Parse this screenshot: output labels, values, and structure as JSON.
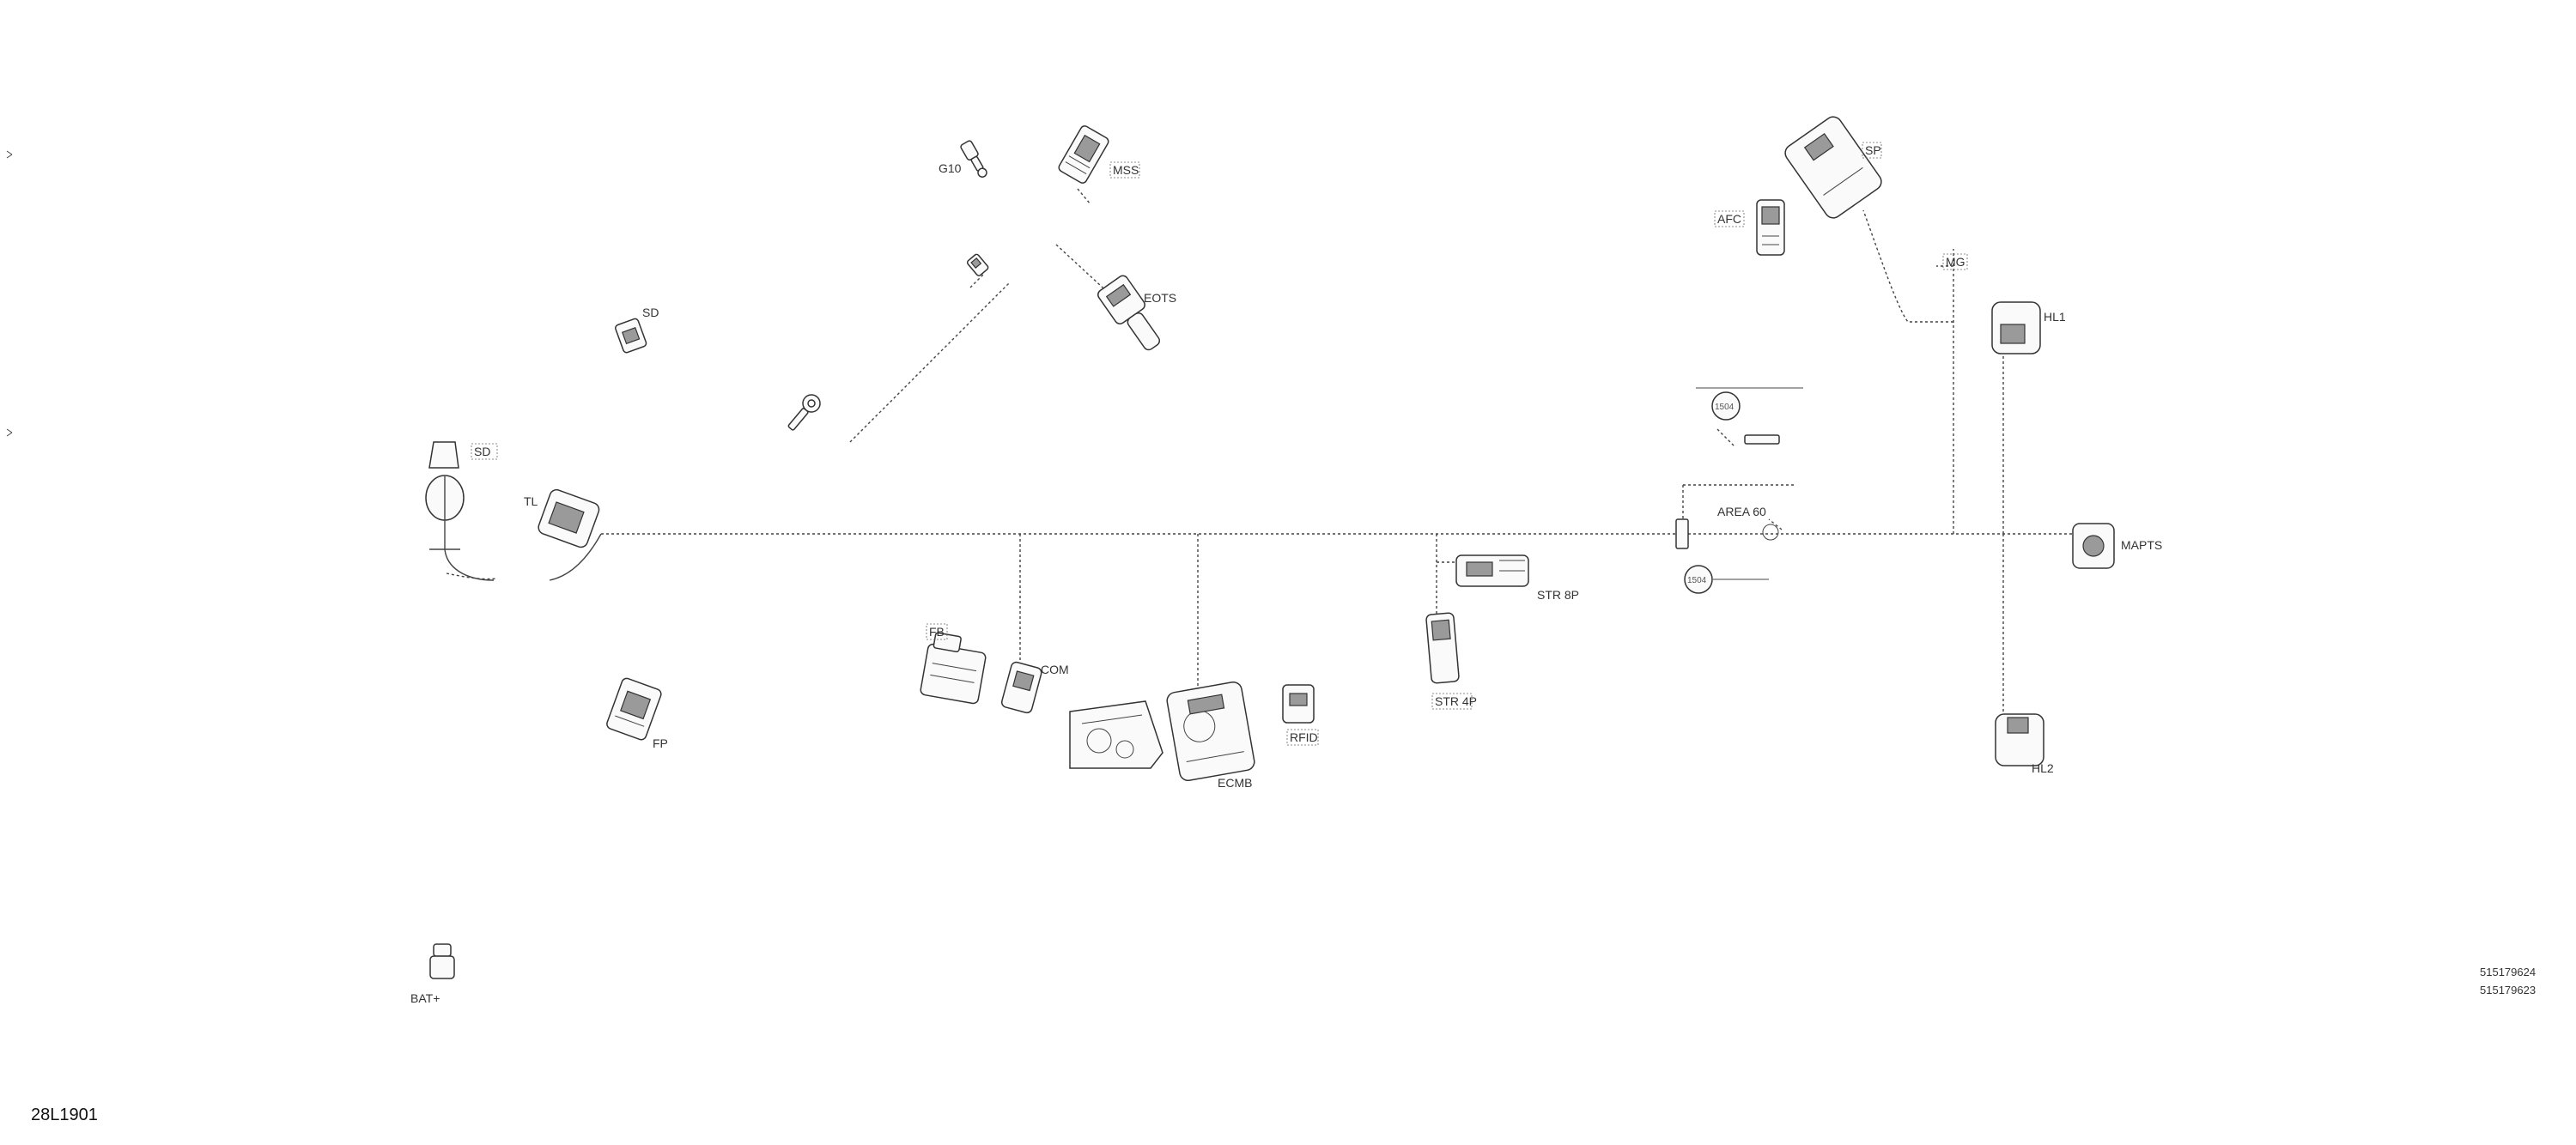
{
  "diagram": {
    "labels": {
      "g10": "G10",
      "mss": "MSS",
      "eots": "EOTS",
      "sd_top": "SD",
      "sd_left": "SD",
      "tl": "TL",
      "fp": "FP",
      "fb": "FB",
      "com": "COM",
      "ecmb": "ECMB",
      "rfid": "RFID",
      "str8p": "STR 8P",
      "str4p": "STR 4P",
      "area60": "AREA 60",
      "sp": "SP",
      "afc": "AFC",
      "mg": "MG",
      "hl1": "HL1",
      "hl2": "HL2",
      "mapts": "MAPTS",
      "bat": "BAT+",
      "s1504_top": "1504",
      "s1504_bottom": "1504"
    },
    "part_numbers": [
      "515179624",
      "515179623"
    ],
    "drawing_code": "28L1901"
  }
}
